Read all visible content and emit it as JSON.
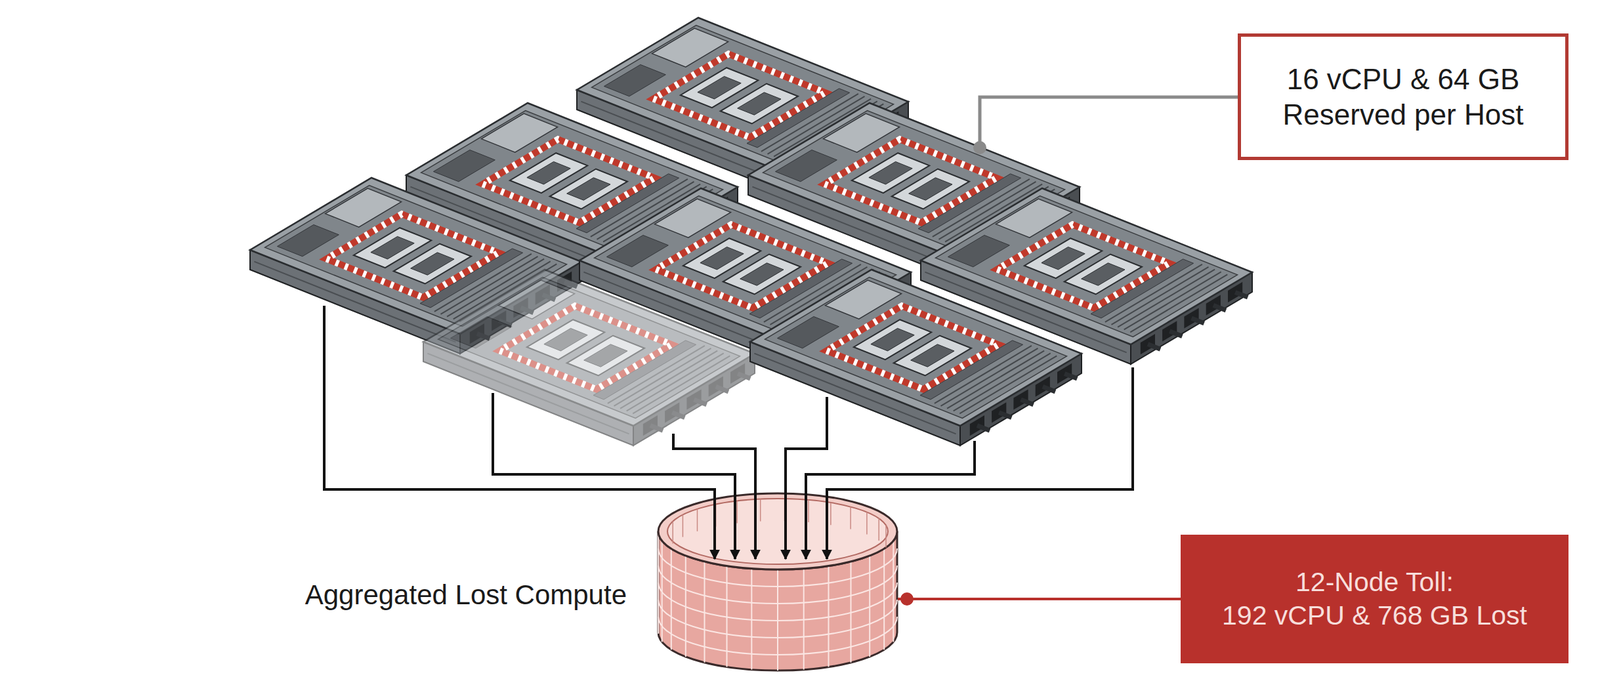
{
  "diagram": {
    "nodes": [
      {
        "text": [
          "16 vCPU & 64 GB Reserved per Host"
        ]
      },
      {
        "text": [
          "Aggregated Lost Compute"
        ]
      },
      {
        "text": [
          "12-Node Toll: 192 vCPU & 768 GB Lost"
        ]
      }
    ],
    "edges": [
      {
        "from": 1,
        "to": 2,
        "arrow": "none"
      }
    ]
  }
}
